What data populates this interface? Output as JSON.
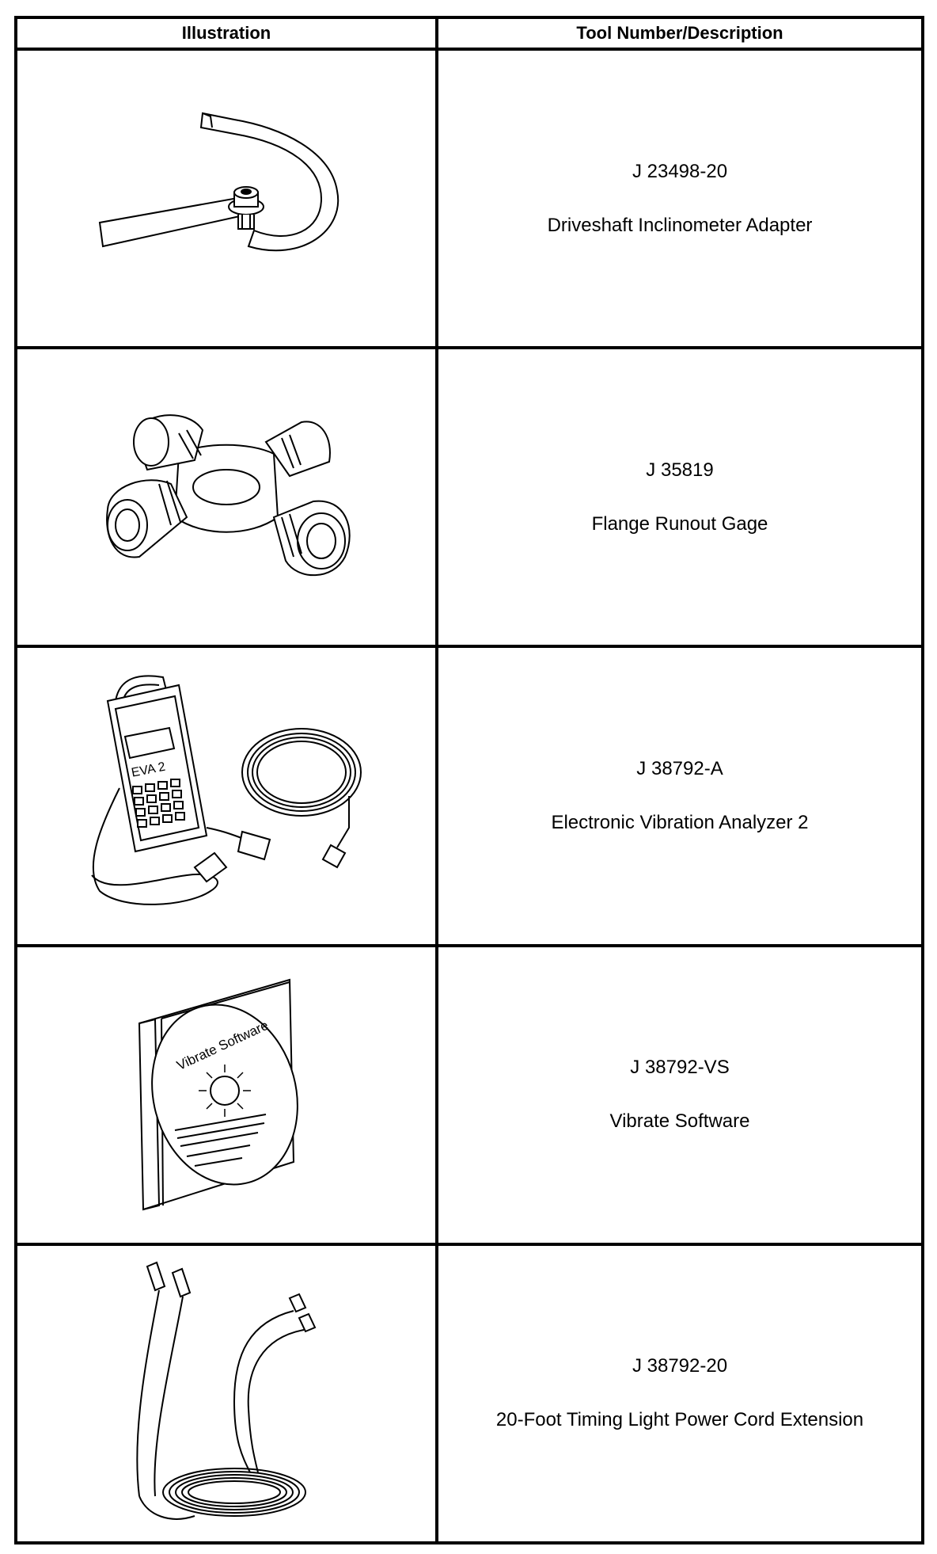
{
  "header": {
    "illustration": "Illustration",
    "tool": "Tool Number/Description"
  },
  "rows": [
    {
      "number": "J 23498-20",
      "description": "Driveshaft Inclinometer Adapter",
      "icon": "inclinometer-adapter-icon"
    },
    {
      "number": "J 35819",
      "description": "Flange Runout Gage",
      "icon": "universal-joint-icon"
    },
    {
      "number": "J 38792-A",
      "description": "Electronic Vibration Analyzer 2",
      "icon": "vibration-analyzer-icon",
      "device_label": "EVA 2"
    },
    {
      "number": "J 38792-VS",
      "description": "Vibrate Software",
      "icon": "software-cd-icon",
      "disc_label": "Vibrate Software"
    },
    {
      "number": "J 38792-20",
      "description": "20-Foot Timing Light Power Cord Extension",
      "icon": "power-cord-extension-icon"
    }
  ]
}
